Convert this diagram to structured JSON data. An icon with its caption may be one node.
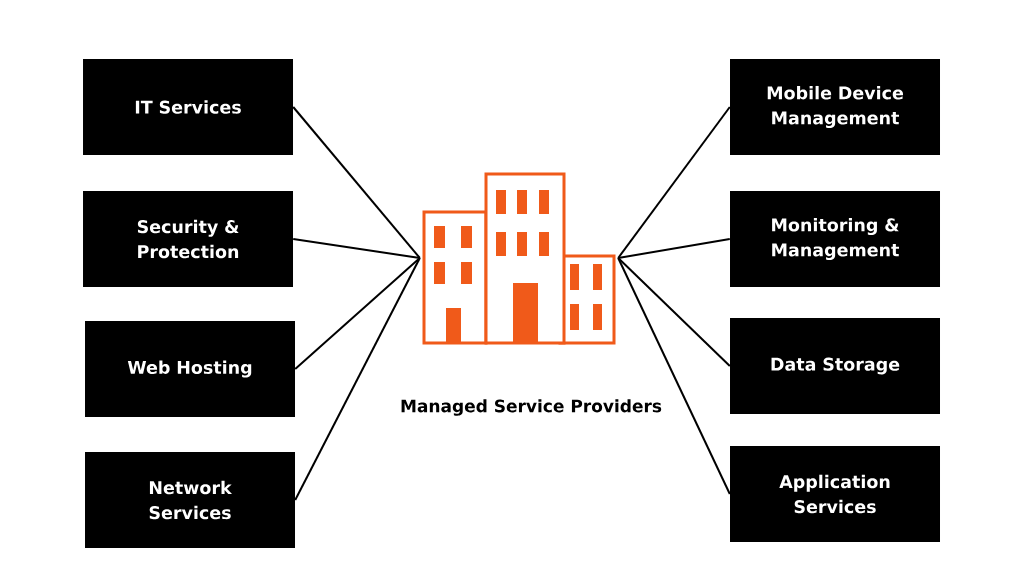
{
  "diagram": {
    "nodes": [
      {
        "text": [],
        "shape": "picture",
        "beside": [
          "Managed Service Providers"
        ]
      },
      {
        "text": [
          "IT Services"
        ]
      },
      {
        "text": [
          "Security & Protection"
        ]
      },
      {
        "text": [
          "Web Hosting"
        ]
      },
      {
        "text": [
          "Network Services"
        ]
      },
      {
        "text": [
          "Mobile Device Management"
        ]
      },
      {
        "text": [
          "Monitoring & Management"
        ]
      },
      {
        "text": [
          "Data Storage"
        ]
      },
      {
        "text": [
          "Application Services"
        ]
      }
    ],
    "edges": [
      {
        "from": 1,
        "to": 0,
        "arrow": "none"
      },
      {
        "from": 2,
        "to": 0,
        "arrow": "none"
      },
      {
        "from": 3,
        "to": 0,
        "arrow": "none"
      },
      {
        "from": 4,
        "to": 0,
        "arrow": "none"
      },
      {
        "from": 5,
        "to": 0,
        "arrow": "none"
      },
      {
        "from": 6,
        "to": 0,
        "arrow": "none"
      },
      {
        "from": 7,
        "to": 0,
        "arrow": "none"
      },
      {
        "from": 8,
        "to": 0,
        "arrow": "none"
      }
    ]
  }
}
